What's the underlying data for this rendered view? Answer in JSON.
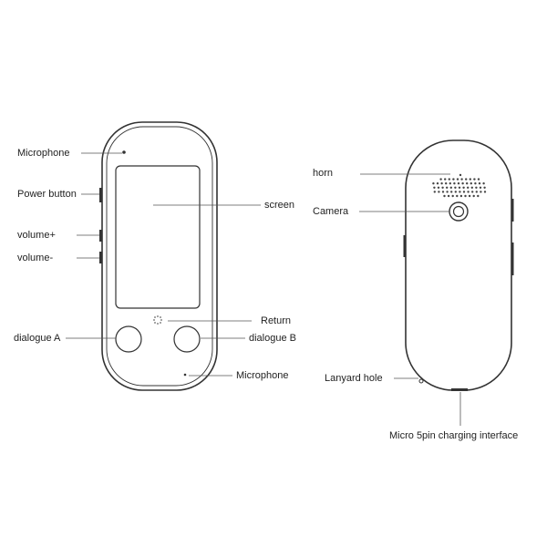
{
  "colors": {
    "outline": "#333333",
    "leader": "#555555",
    "text": "#222222"
  },
  "front": {
    "labels": {
      "microphone_top": "Microphone",
      "power_button": "Power button",
      "volume_up": "volume+",
      "volume_down": "volume-",
      "dialogue_a": "dialogue A",
      "screen": "screen",
      "return": "Return",
      "dialogue_b": "dialogue B",
      "microphone_bottom": "Microphone"
    }
  },
  "back": {
    "labels": {
      "horn": "horn",
      "camera": "Camera",
      "lanyard_hole": "Lanyard hole",
      "charging_interface": "Micro 5pin charging interface"
    }
  }
}
